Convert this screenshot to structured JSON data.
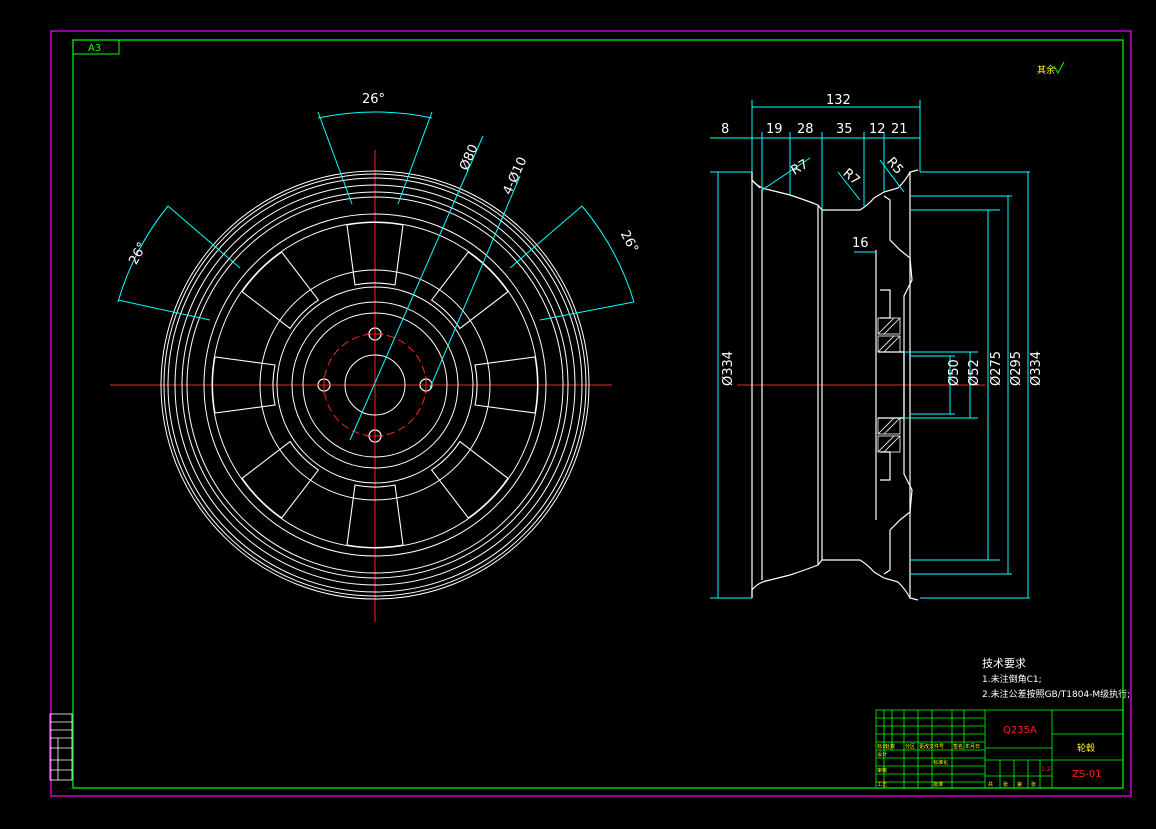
{
  "sheet": {
    "size_label": "A3",
    "surface_mark": "其余"
  },
  "front_view": {
    "angle_top": "26°",
    "angle_left": "26°",
    "angle_right": "26°",
    "dia_bolt_circle": "Ø80",
    "holes": "4-Ø10"
  },
  "side_view": {
    "overall_width": "132",
    "seg_1": "8",
    "seg_2": "19",
    "seg_3": "28",
    "seg_4": "35",
    "seg_5": "12",
    "seg_6": "21",
    "r_left": "R7",
    "r_mid": "R7",
    "r_right": "R5",
    "depth_16": "16",
    "dia_left": "Ø334",
    "dia_50": "Ø50",
    "dia_52": "Ø52",
    "dia_275": "Ø275",
    "dia_295": "Ø295",
    "dia_334": "Ø334"
  },
  "notes": {
    "title": "技术要求",
    "line1": "1.未注倒角C1;",
    "line2": "2.未注公差按照GB/T1804-M级执行;"
  },
  "title_block": {
    "material": "Q235A",
    "part_name": "轮毂",
    "drawing_no": "ZS-01",
    "scale": "1:2",
    "row_labels": [
      "标记",
      "设计",
      "审核",
      "工艺"
    ],
    "col_labels": [
      "处数",
      "分区",
      "更改文件号",
      "签名",
      "年月日"
    ],
    "mid_labels": [
      "标准化",
      "批准"
    ],
    "bottom_labels": [
      "共",
      "张",
      "第",
      "张"
    ]
  }
}
